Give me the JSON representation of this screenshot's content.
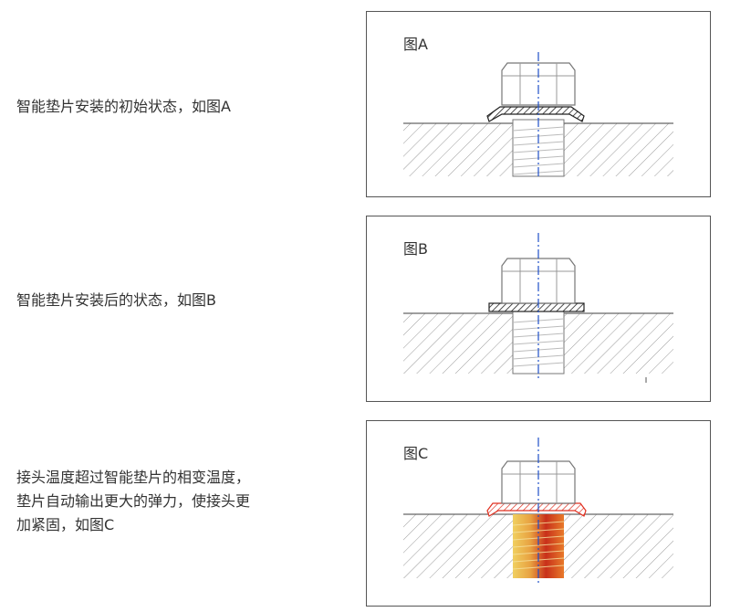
{
  "steps": [
    {
      "text": "智能垫片安装的初始状态，如图A",
      "figure": "图A"
    },
    {
      "text": "智能垫片安装后的状态，如图B",
      "figure": "图B"
    },
    {
      "text": "接头温度超过智能垫片的相变温度，\n垫片自动输出更大的弹力，使接头更\n加紧固，如图C",
      "figure": "图C"
    }
  ],
  "colors": {
    "outline": "#555555",
    "hatch": "#9a9a9a",
    "axis": "#1f4fc8",
    "washer": "#222222",
    "washer_hot": "#e03020",
    "hot_gradient": [
      "#f0d060",
      "#e87a2a",
      "#c8301a"
    ]
  }
}
